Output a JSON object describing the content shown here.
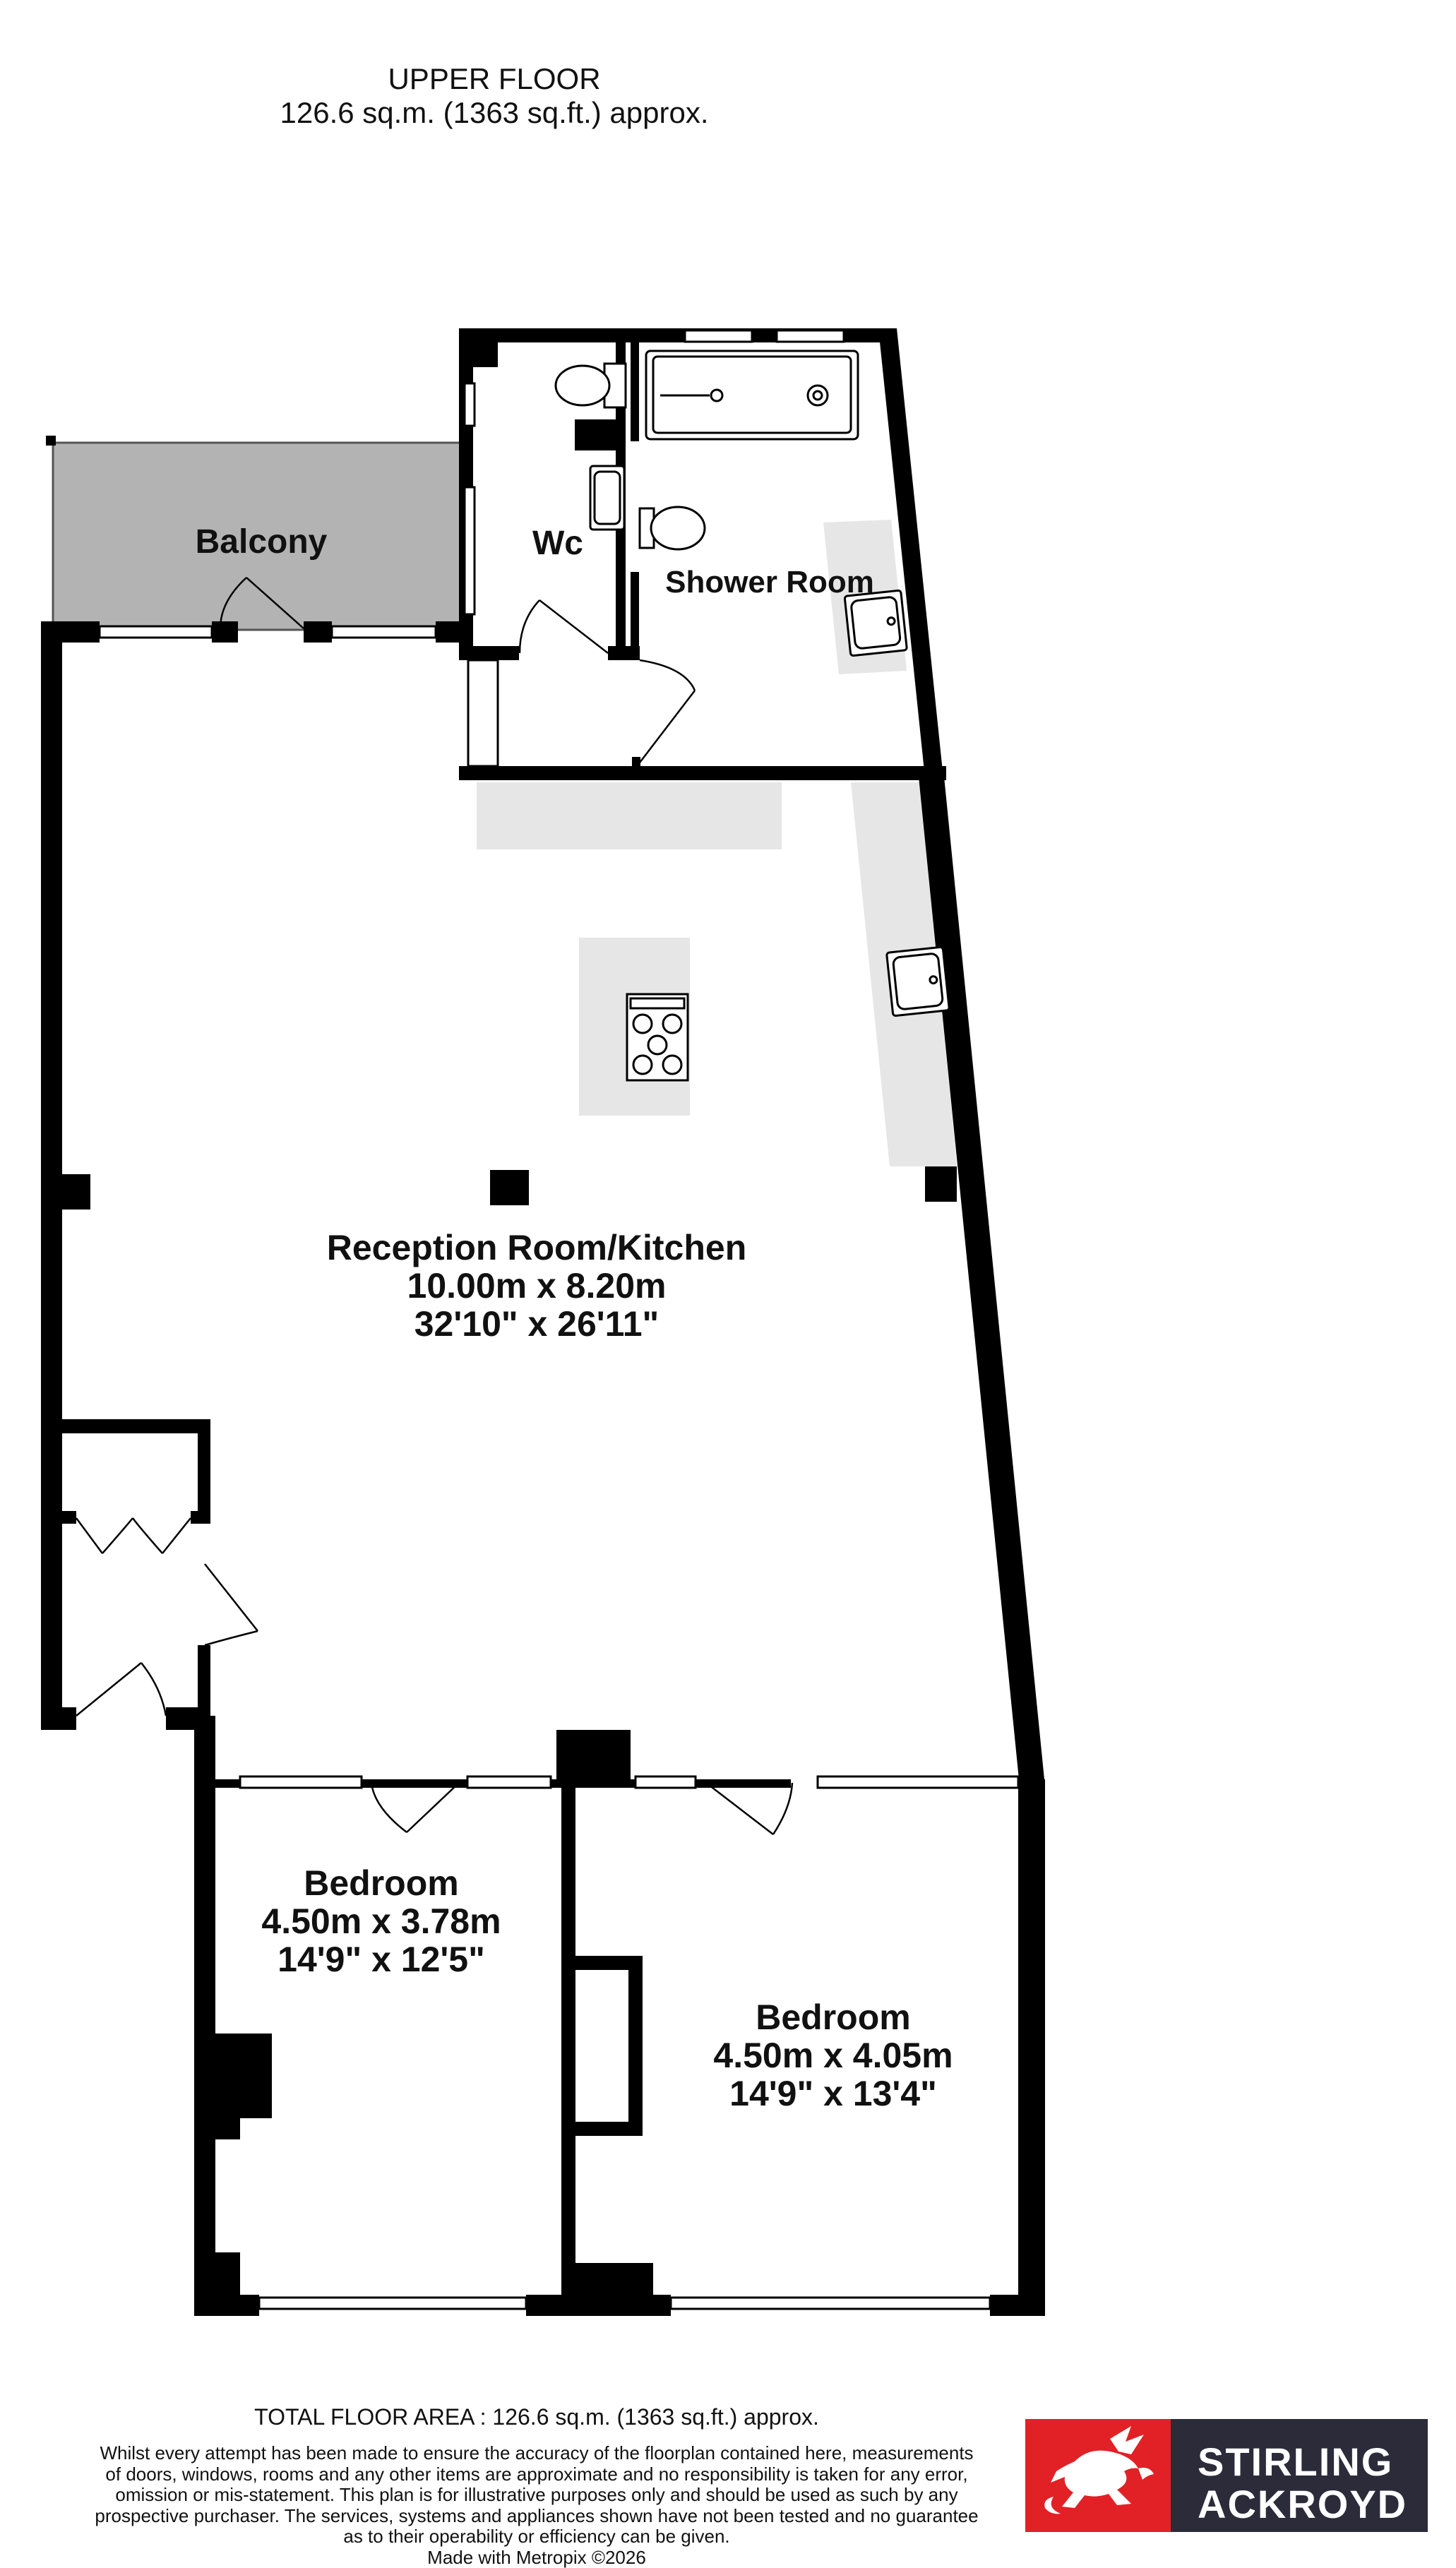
{
  "header": {
    "floor_name": "UPPER FLOOR",
    "floor_area": "126.6 sq.m. (1363 sq.ft.) approx."
  },
  "rooms": {
    "balcony": {
      "name": "Balcony"
    },
    "wc": {
      "name": "Wc"
    },
    "shower_room": {
      "name": "Shower Room"
    },
    "reception": {
      "name": "Reception Room/Kitchen",
      "metric": "10.00m  x 8.20m",
      "imperial": "32'10\"  x 26'11\""
    },
    "bedroom_1": {
      "name": "Bedroom",
      "metric": "4.50m  x 3.78m",
      "imperial": "14'9\"  x 12'5\""
    },
    "bedroom_2": {
      "name": "Bedroom",
      "metric": "4.50m  x 4.05m",
      "imperial": "14'9\"  x 13'4\""
    }
  },
  "footer": {
    "total_area": "TOTAL FLOOR AREA : 126.6 sq.m. (1363 sq.ft.) approx.",
    "disclaimer_lines": [
      "Whilst every attempt has been made to ensure the accuracy of the floorplan contained here, measurements",
      "of doors, windows, rooms and any other items are approximate and no responsibility is taken for any error,",
      "omission or mis-statement. This plan is for illustrative purposes only and should be used as such by any",
      "prospective purchaser. The services, systems and appliances shown have not been tested and no guarantee",
      "as to their operability or efficiency can be given."
    ],
    "credit": "Made with Metropix ©2026"
  },
  "logo": {
    "line1": "STIRLING",
    "line2": "ACKROYD",
    "icon": "dragon-icon",
    "colors": {
      "red": "#e12126",
      "dark": "#2b2b3a"
    }
  },
  "colors": {
    "wall": "#000000",
    "balcony_fill": "#b3b3b3",
    "worktop_fill": "#e6e6e6"
  }
}
